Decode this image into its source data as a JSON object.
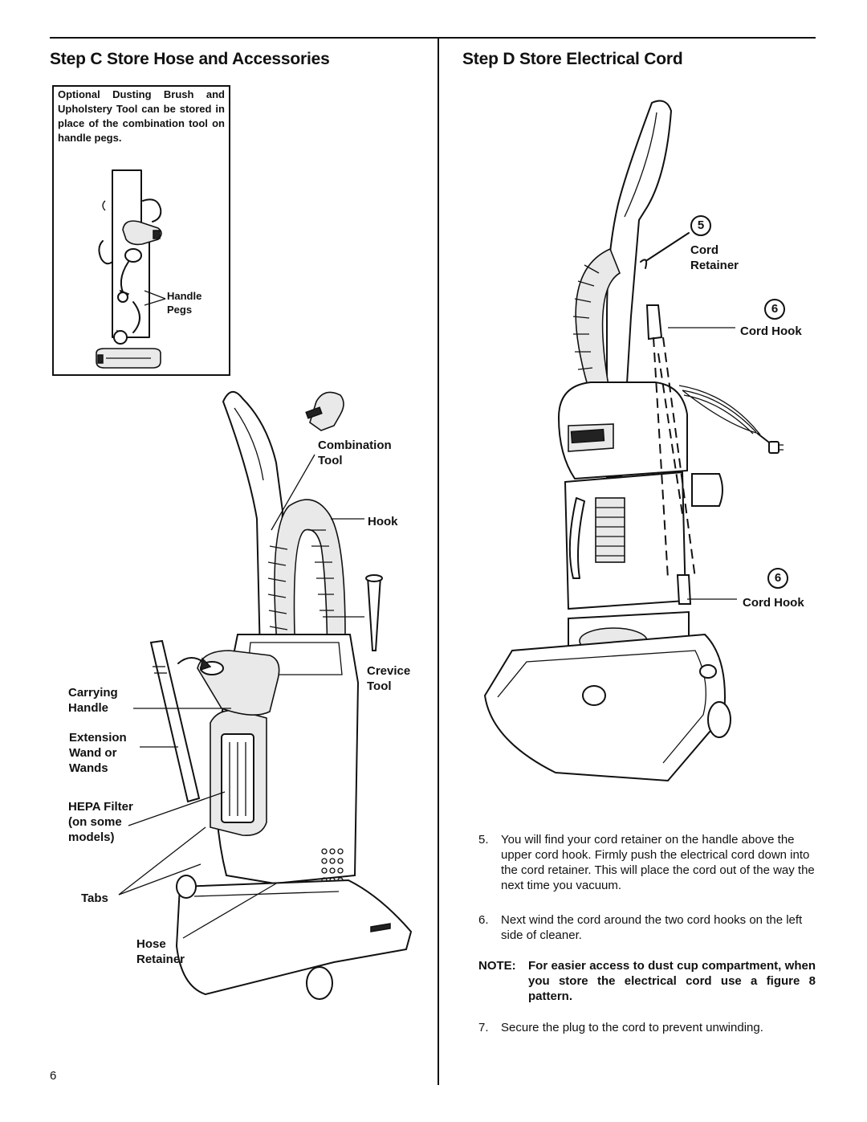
{
  "step_c": {
    "heading": "Step C  Store Hose and Accessories",
    "note": "Optional Dusting Brush and Upholstery Tool can be stored in place of the combination tool on handle pegs.",
    "labels": {
      "handle_pegs": "Handle\nPegs",
      "combination_tool": "Combination\nTool",
      "hook": "Hook",
      "crevice_tool": "Crevice\nTool",
      "carrying_handle": "Carrying\nHandle",
      "extension_wand": "Extension\nWand or\nWands",
      "hepa_filter": "HEPA Filter\n(on some\nmodels)",
      "tabs": "Tabs",
      "hose_retainer": "Hose\nRetainer"
    }
  },
  "step_d": {
    "heading": "Step D  Store Electrical Cord",
    "callouts": [
      {
        "number": "5",
        "label": "Cord\nRetainer"
      },
      {
        "number": "6",
        "label": "Cord Hook"
      },
      {
        "number": "6",
        "label": "Cord Hook"
      }
    ],
    "steps": [
      {
        "num": "5.",
        "text": "You will find your cord retainer on the handle above the upper cord hook. Firmly push the electrical cord down into the cord retainer. This will place the cord out of the way the next time you vacuum."
      },
      {
        "num": "6.",
        "text": "Next wind the cord around the two cord hooks on the left side of cleaner."
      },
      {
        "num": "7.",
        "text": "Secure the plug to the cord to prevent unwinding."
      }
    ],
    "note": {
      "prefix": "NOTE:",
      "text": "For easier access to dust cup compartment, when you store the electrical cord use a figure 8 pattern."
    }
  },
  "page_number": "6"
}
